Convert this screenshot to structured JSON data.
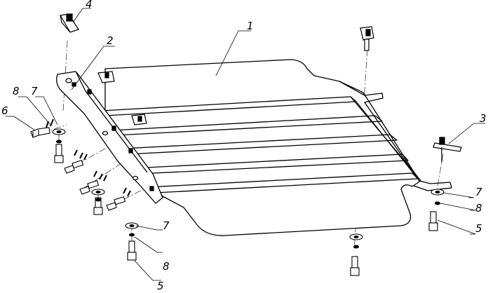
{
  "diagram": {
    "callouts": {
      "c1": "1",
      "c2": "2",
      "c3": "3",
      "c4": "4",
      "c5a": "5",
      "c5b": "5",
      "c6": "6",
      "c7a": "7",
      "c7b": "7",
      "c7c": "7",
      "c8a": "8",
      "c8b": "8",
      "c8c": "8"
    }
  }
}
